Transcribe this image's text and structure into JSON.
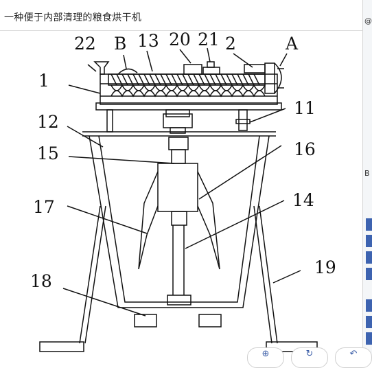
{
  "page": {
    "title": "一种便于内部清理的粮食烘干机"
  },
  "diagram": {
    "labels": {
      "l22": "22",
      "lB": "B",
      "l13": "13",
      "l20": "20",
      "l21": "21",
      "l2": "2",
      "lA": "A",
      "l1": "1",
      "l11": "11",
      "l12": "12",
      "l15": "15",
      "l16": "16",
      "l17": "17",
      "l14": "14",
      "l18": "18",
      "l19": "19"
    }
  },
  "toolbar": {
    "zoom_icon": "⊕",
    "rotate_icon": "↻",
    "undo_icon": "↶"
  },
  "sidebar_right": {
    "glyphs": [
      "@",
      "B"
    ]
  }
}
